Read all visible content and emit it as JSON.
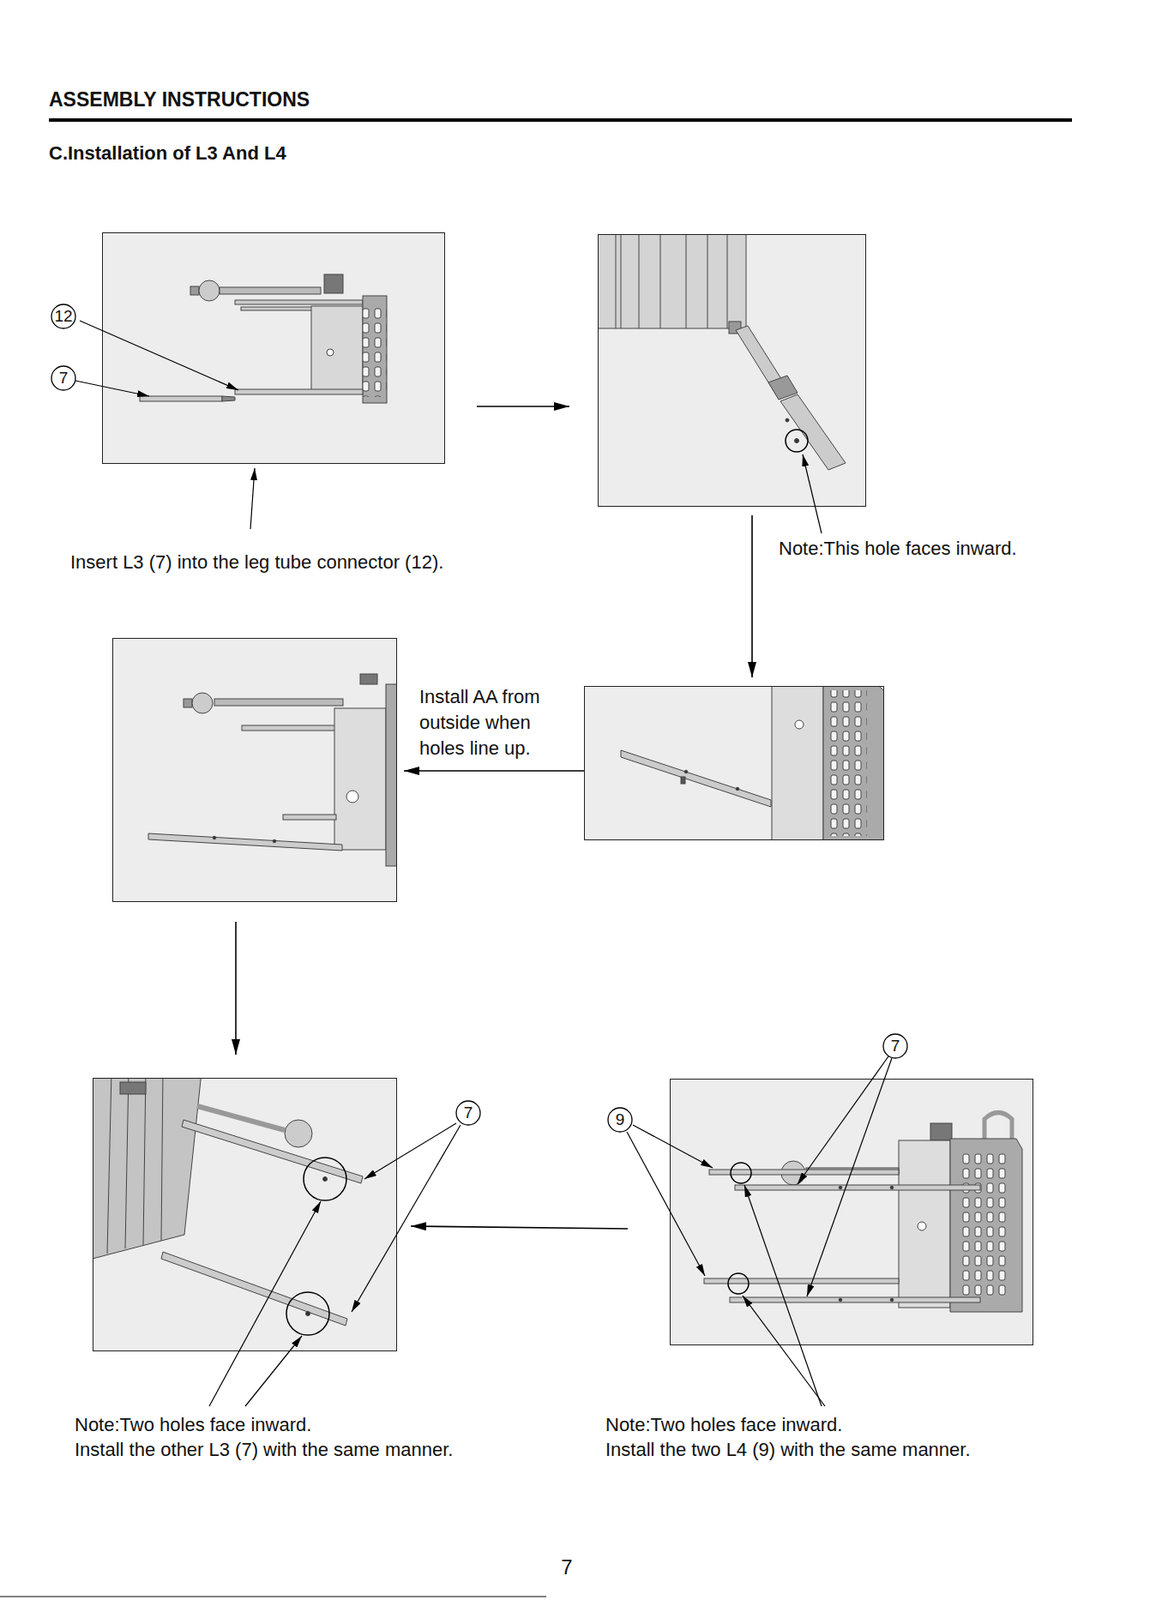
{
  "diagram": {
    "title": "ASSEMBLY INSTRUCTIONS",
    "nodes": [
      {
        "text": [
          "Insert L3 (7) into the leg tube connector (12)."
        ]
      },
      {
        "text": [
          "Note:This hole faces inward."
        ]
      },
      {
        "text": []
      },
      {
        "text": []
      },
      {
        "text": [
          "Note:Two holes face inward.",
          "Install the other L3 (7) with the same manner."
        ]
      },
      {
        "text": [
          "Note:Two holes face inward.",
          "Install the two L4 (9) with the same manner."
        ]
      }
    ],
    "edges": [
      {
        "from": 0,
        "to": 1,
        "arrow": "to"
      },
      {
        "from": 1,
        "to": 3,
        "arrow": "to"
      },
      {
        "from": 3,
        "to": 2,
        "arrow": "to",
        "label": "Install AA from outside when holes line up."
      },
      {
        "from": 2,
        "to": 4,
        "arrow": "to"
      },
      {
        "from": 5,
        "to": 4,
        "arrow": "to"
      }
    ],
    "labels": [
      "C.Installation of L3 And L4",
      "12",
      "7",
      "7",
      "7",
      "9",
      "7"
    ]
  }
}
